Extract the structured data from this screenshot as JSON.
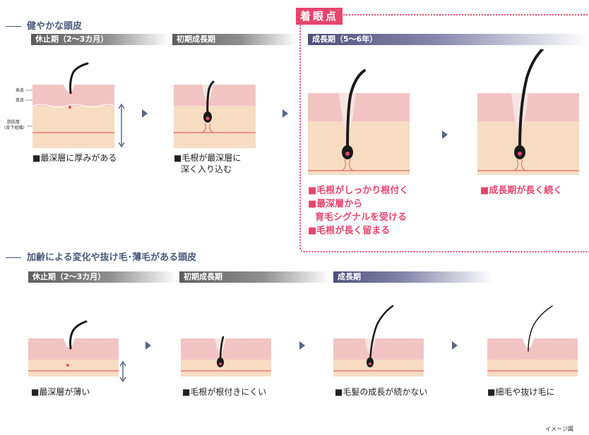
{
  "healthy": {
    "title": "健やかな頭皮",
    "stages": {
      "rest": "休止期（2〜3カ月）",
      "early": "初期成長期",
      "growth": "成長期（5〜6年）"
    },
    "layer_labels": {
      "epidermis": "表皮",
      "dermis": "真皮",
      "fat": "脂肪層",
      "fat_sub": "(皮下組織)"
    },
    "captions": {
      "rest": "■最深層に厚みがある",
      "early_1": "■毛根が最深層に",
      "early_2": "深く入り込む"
    },
    "focus_badge": "着眼点",
    "focus_captions": {
      "line1": "■毛根がしっかり根付く",
      "line2": "■最深層から",
      "line3": "育毛シグナルを受ける",
      "line4": "■毛根が長く留まる",
      "long": "■成長期が長く続く"
    }
  },
  "aging": {
    "title": "加齢による変化や抜け毛･薄毛がある頭皮",
    "stages": {
      "rest": "休止期（2〜3カ月）",
      "early": "初期成長期",
      "growth": "成長期"
    },
    "captions": {
      "c1": "■最深層が薄い",
      "c2": "■毛根が根付きにくい",
      "c3": "■毛髪の成長が続かない",
      "c4": "■細毛や抜け毛に"
    }
  },
  "footnote": "イメージ図",
  "colors": {
    "accent_pink": "#e6456e",
    "title_blue": "#4a5a7c",
    "skin_pink": "#f2c4c4",
    "fat": "#f7dcc2",
    "hair": "#1a1a1a"
  }
}
